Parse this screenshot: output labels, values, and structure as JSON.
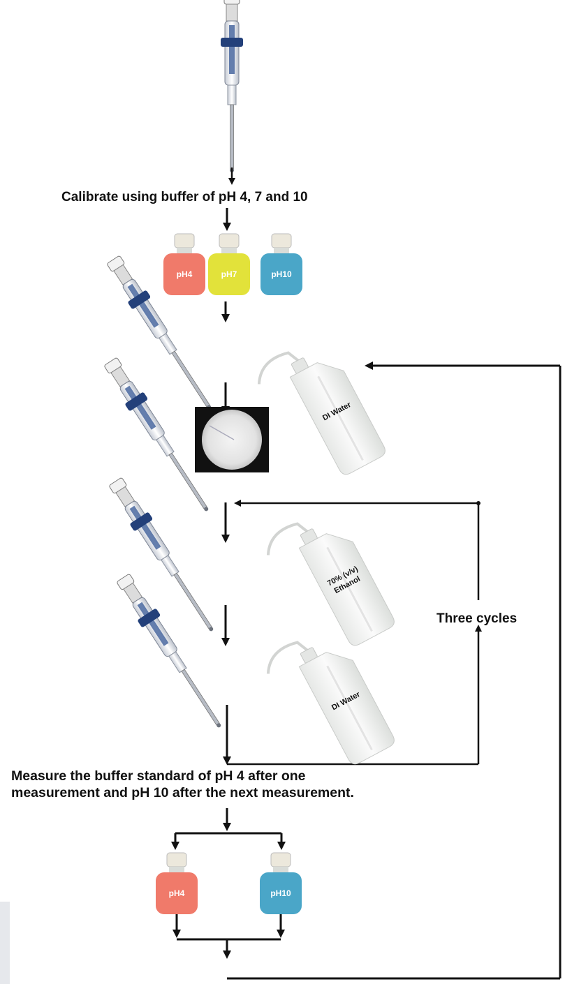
{
  "steps": {
    "calibrate": "Calibrate using buffer of pH 4, 7 and 10",
    "measure_line1": "Measure the buffer standard of pH 4 after one",
    "measure_line2": "measurement and pH 10 after the next measurement.",
    "three_cycles": "Three cycles"
  },
  "bottles": {
    "ph4": "pH4",
    "ph7": "pH7",
    "ph10": "pH10"
  },
  "wash_bottles": {
    "di_water": "DI Water",
    "ethanol_line1": "70% (v/v)",
    "ethanol_line2": "Ethanol"
  },
  "colors": {
    "ph4_liquid": "#f07a6a",
    "ph7_liquid": "#e2e23a",
    "ph10_liquid": "#4aa6c8",
    "probe_blue": "#23407a",
    "cap": "#ece8dc",
    "arrow": "#111111"
  }
}
